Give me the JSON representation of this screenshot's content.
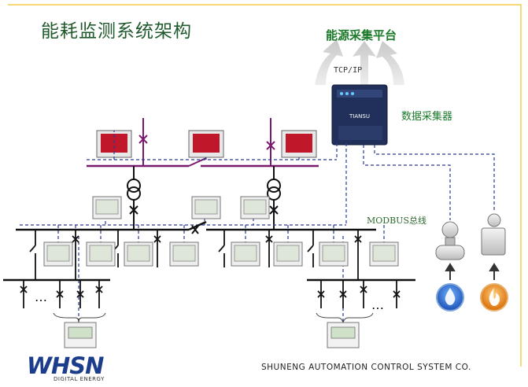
{
  "title": "能耗监测系统架构",
  "platform_label": "能源采集平台",
  "protocol_label": "TCP/IP",
  "collector_label": "数据采集器",
  "collector_device_text": "TIANSU",
  "bus_label": "MODBUS总线",
  "company_name": "SHUNENG AUTOMATION CONTROL SYSTEM CO.",
  "logo_text": "WHSN",
  "logo_subtext": "DIGITAL ENERGY",
  "ellipsis": "…",
  "colors": {
    "title": "#1f5a2c",
    "accent_green": "#1a7a2a",
    "hv_bus": "#7a1a6e",
    "bus": "#111111",
    "signal_line": "#2a3a9c",
    "logo": "#1c3c8c"
  }
}
